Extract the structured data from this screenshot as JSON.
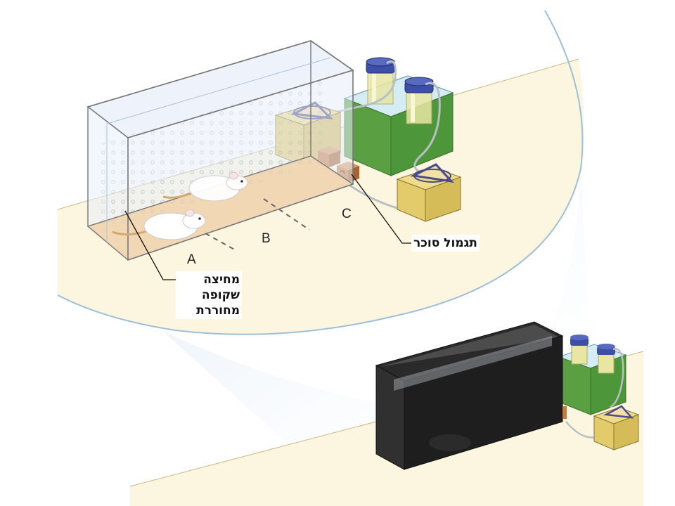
{
  "zones": {
    "a": "A",
    "b": "B",
    "c": "C"
  },
  "callouts": {
    "sugar_reward": "תגמול סוכר",
    "partition_line1": "מחיצה",
    "partition_line2": "שקופה",
    "partition_line3": "מחוררת"
  },
  "colors": {
    "floor": "#fcf5df",
    "magnifier_rim": "#9dbfd8",
    "glass_box": "#e9f0fb",
    "box_bottom": "#f2d7b5",
    "green_unit": "#5aa043",
    "feeder_box": "#e3cb6b",
    "reward_cube": "#c57a3f",
    "bottle_cap": "#3d4fa6",
    "dark_box": "#1e1e1e"
  }
}
